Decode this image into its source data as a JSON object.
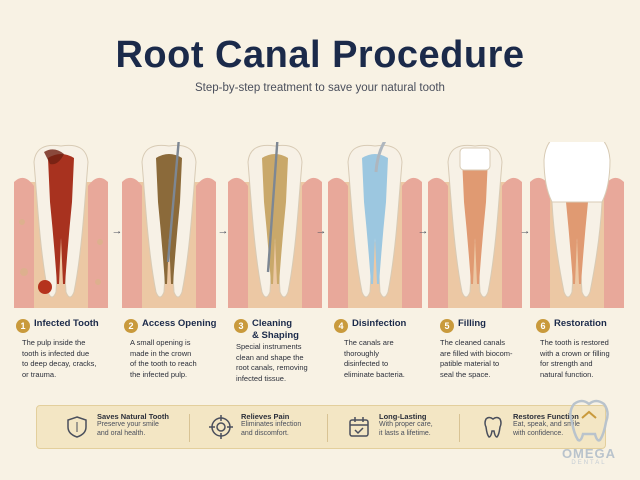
{
  "header": {
    "title": "Root Canal Procedure",
    "subtitle": "Step-by-step treatment to save your natural tooth"
  },
  "colors": {
    "background": "#f8f2e4",
    "title": "#1b2a4a",
    "accent_gold": "#c99a3c",
    "gum": "#e8a89a",
    "infection": "#a8321f"
  },
  "steps": [
    {
      "number": "1",
      "title": "Infected Tooth",
      "description": "The pulp inside the\ntooth is infected due\nto deep decay, cracks,\nor trauma.",
      "illustration": "infected-tooth-icon"
    },
    {
      "number": "2",
      "title": "Access Opening",
      "description": "A small opening is\nmade in the crown\nof the tooth to reach\nthe infected pulp.",
      "illustration": "drill-tooth-icon"
    },
    {
      "number": "3",
      "title": "Cleaning\n& Shaping",
      "description": "Special instruments\nclean and shape the\nroot canals, removing\ninfected tissue.",
      "illustration": "file-tooth-icon"
    },
    {
      "number": "4",
      "title": "Disinfection",
      "description": "The canals are\nthoroughly\ndisinfected to\neliminate bacteria.",
      "illustration": "irrigation-tooth-icon"
    },
    {
      "number": "5",
      "title": "Filling",
      "description": "The cleaned canals\nare filled with biocom-\npatible material to\nseal the space.",
      "illustration": "filled-tooth-icon"
    },
    {
      "number": "6",
      "title": "Restoration",
      "description": "The tooth is restored\nwith a crown or filling\nfor strength and\nnatural function.",
      "illustration": "crowned-tooth-icon"
    }
  ],
  "arrow_glyph": "→",
  "features": [
    {
      "title": "Saves Natural Tooth",
      "description": "Preserve your smile\nand oral health.",
      "icon": "shield-icon"
    },
    {
      "title": "Relieves Pain",
      "description": "Eliminates infection\nand discomfort.",
      "icon": "target-icon"
    },
    {
      "title": "Long-Lasting",
      "description": "With proper care,\nit lasts a lifetime.",
      "icon": "calendar-check-icon"
    },
    {
      "title": "Restores Function",
      "description": "Eat, speak, and smile\nwith confidence.",
      "icon": "tooth-icon"
    }
  ],
  "logo": {
    "name": "OMEGA",
    "tagline": "DENTAL"
  }
}
